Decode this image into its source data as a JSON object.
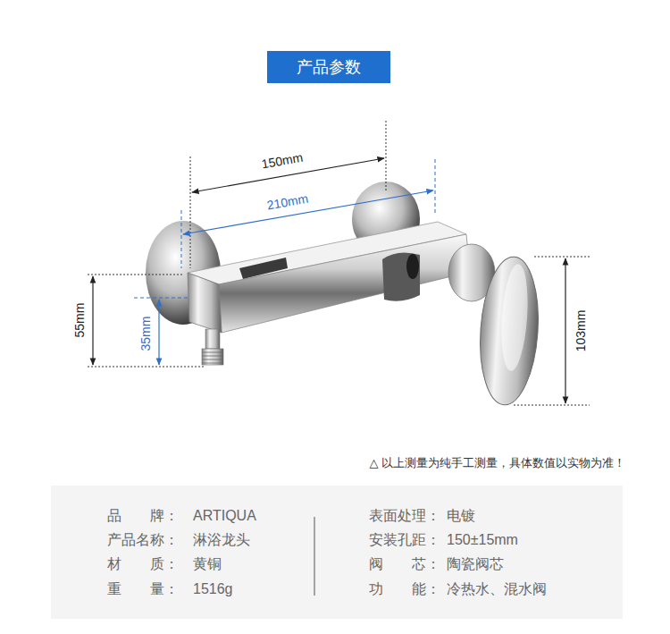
{
  "diagram": {
    "title": "产品参数",
    "labels": [
      "150mm",
      "210mm",
      "55mm",
      "35mm",
      "103mm",
      "△ 以上测量为纯手工测量，具体数值以实物为准！",
      "品　　牌：",
      "ARTIQUA",
      "表面处理：",
      "电镀",
      "产品名称：",
      "淋浴龙头",
      "安装孔距：",
      "150±15mm",
      "材　　质：",
      "黄铜",
      "阀　　芯：",
      "陶瓷阀芯",
      "重　　量：",
      "1516g",
      "功　　能：",
      "冷热水、混水阀"
    ]
  }
}
